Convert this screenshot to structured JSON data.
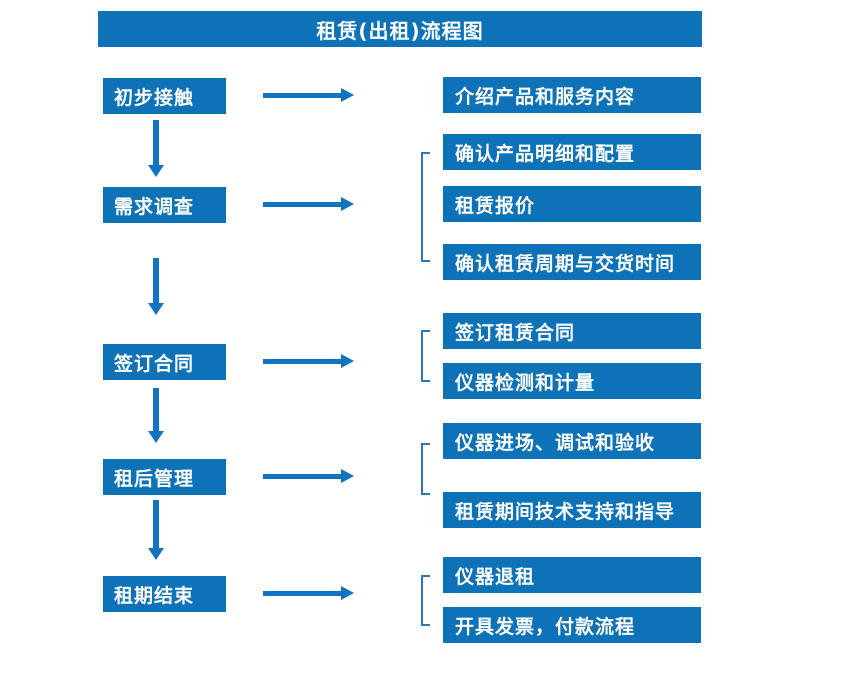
{
  "title": "租赁(出租)流程图",
  "colors": {
    "primary_blue": "#0e72b8",
    "arrow_blue": "#1173c2",
    "bracket_blue": "#2e75b6",
    "text_white": "#ffffff",
    "background": "#ffffff"
  },
  "flow": {
    "stages": [
      {
        "label": "初步接触",
        "details": [
          "介绍产品和服务内容"
        ]
      },
      {
        "label": "需求调查",
        "details": [
          "确认产品明细和配置",
          "租赁报价",
          "确认租赁周期与交货时间"
        ]
      },
      {
        "label": "签订合同",
        "details": [
          "签订租赁合同",
          "仪器检测和计量"
        ]
      },
      {
        "label": "租后管理",
        "details": [
          "仪器进场、调试和验收",
          "租赁期间技术支持和指导"
        ]
      },
      {
        "label": "租期结束",
        "details": [
          "仪器退租",
          "开具发票，付款流程"
        ]
      }
    ]
  }
}
